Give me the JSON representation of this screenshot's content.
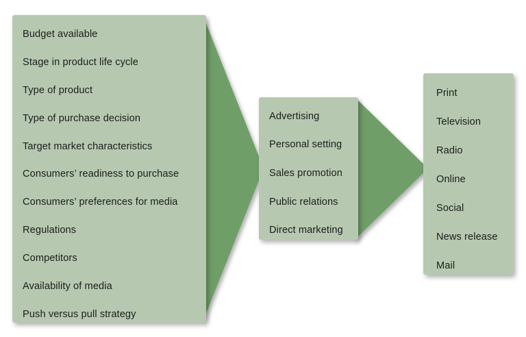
{
  "diagram": {
    "type": "funnel-flow",
    "background_color": "#ffffff",
    "panel_color": "#b6c9b0",
    "arrow_color": "#6f9e67",
    "text_color": "#1c1c1c",
    "panels": [
      {
        "id": "factors",
        "name": "factors-panel",
        "items": [
          "Budget available",
          "Stage in product life cycle",
          "Type of product",
          "Type of purchase decision",
          "Target market characteristics",
          "Consumers’ readiness to purchase",
          "Consumers’ preferences for media",
          "Regulations",
          "Competitors",
          "Availability of media",
          "Push versus pull strategy"
        ]
      },
      {
        "id": "promotion",
        "name": "promotion-mix-panel",
        "items": [
          "Advertising",
          "Personal setting",
          "Sales promotion",
          "Public relations",
          "Direct marketing"
        ]
      },
      {
        "id": "media",
        "name": "media-panel",
        "items": [
          "Print",
          "Television",
          "Radio",
          "Online",
          "Social",
          "News release",
          "Mail"
        ]
      }
    ],
    "arrows": [
      {
        "id": "arrow-1",
        "name": "arrow-factors-to-promotion",
        "direction": "right"
      },
      {
        "id": "arrow-2",
        "name": "arrow-promotion-to-media",
        "direction": "right"
      }
    ]
  }
}
